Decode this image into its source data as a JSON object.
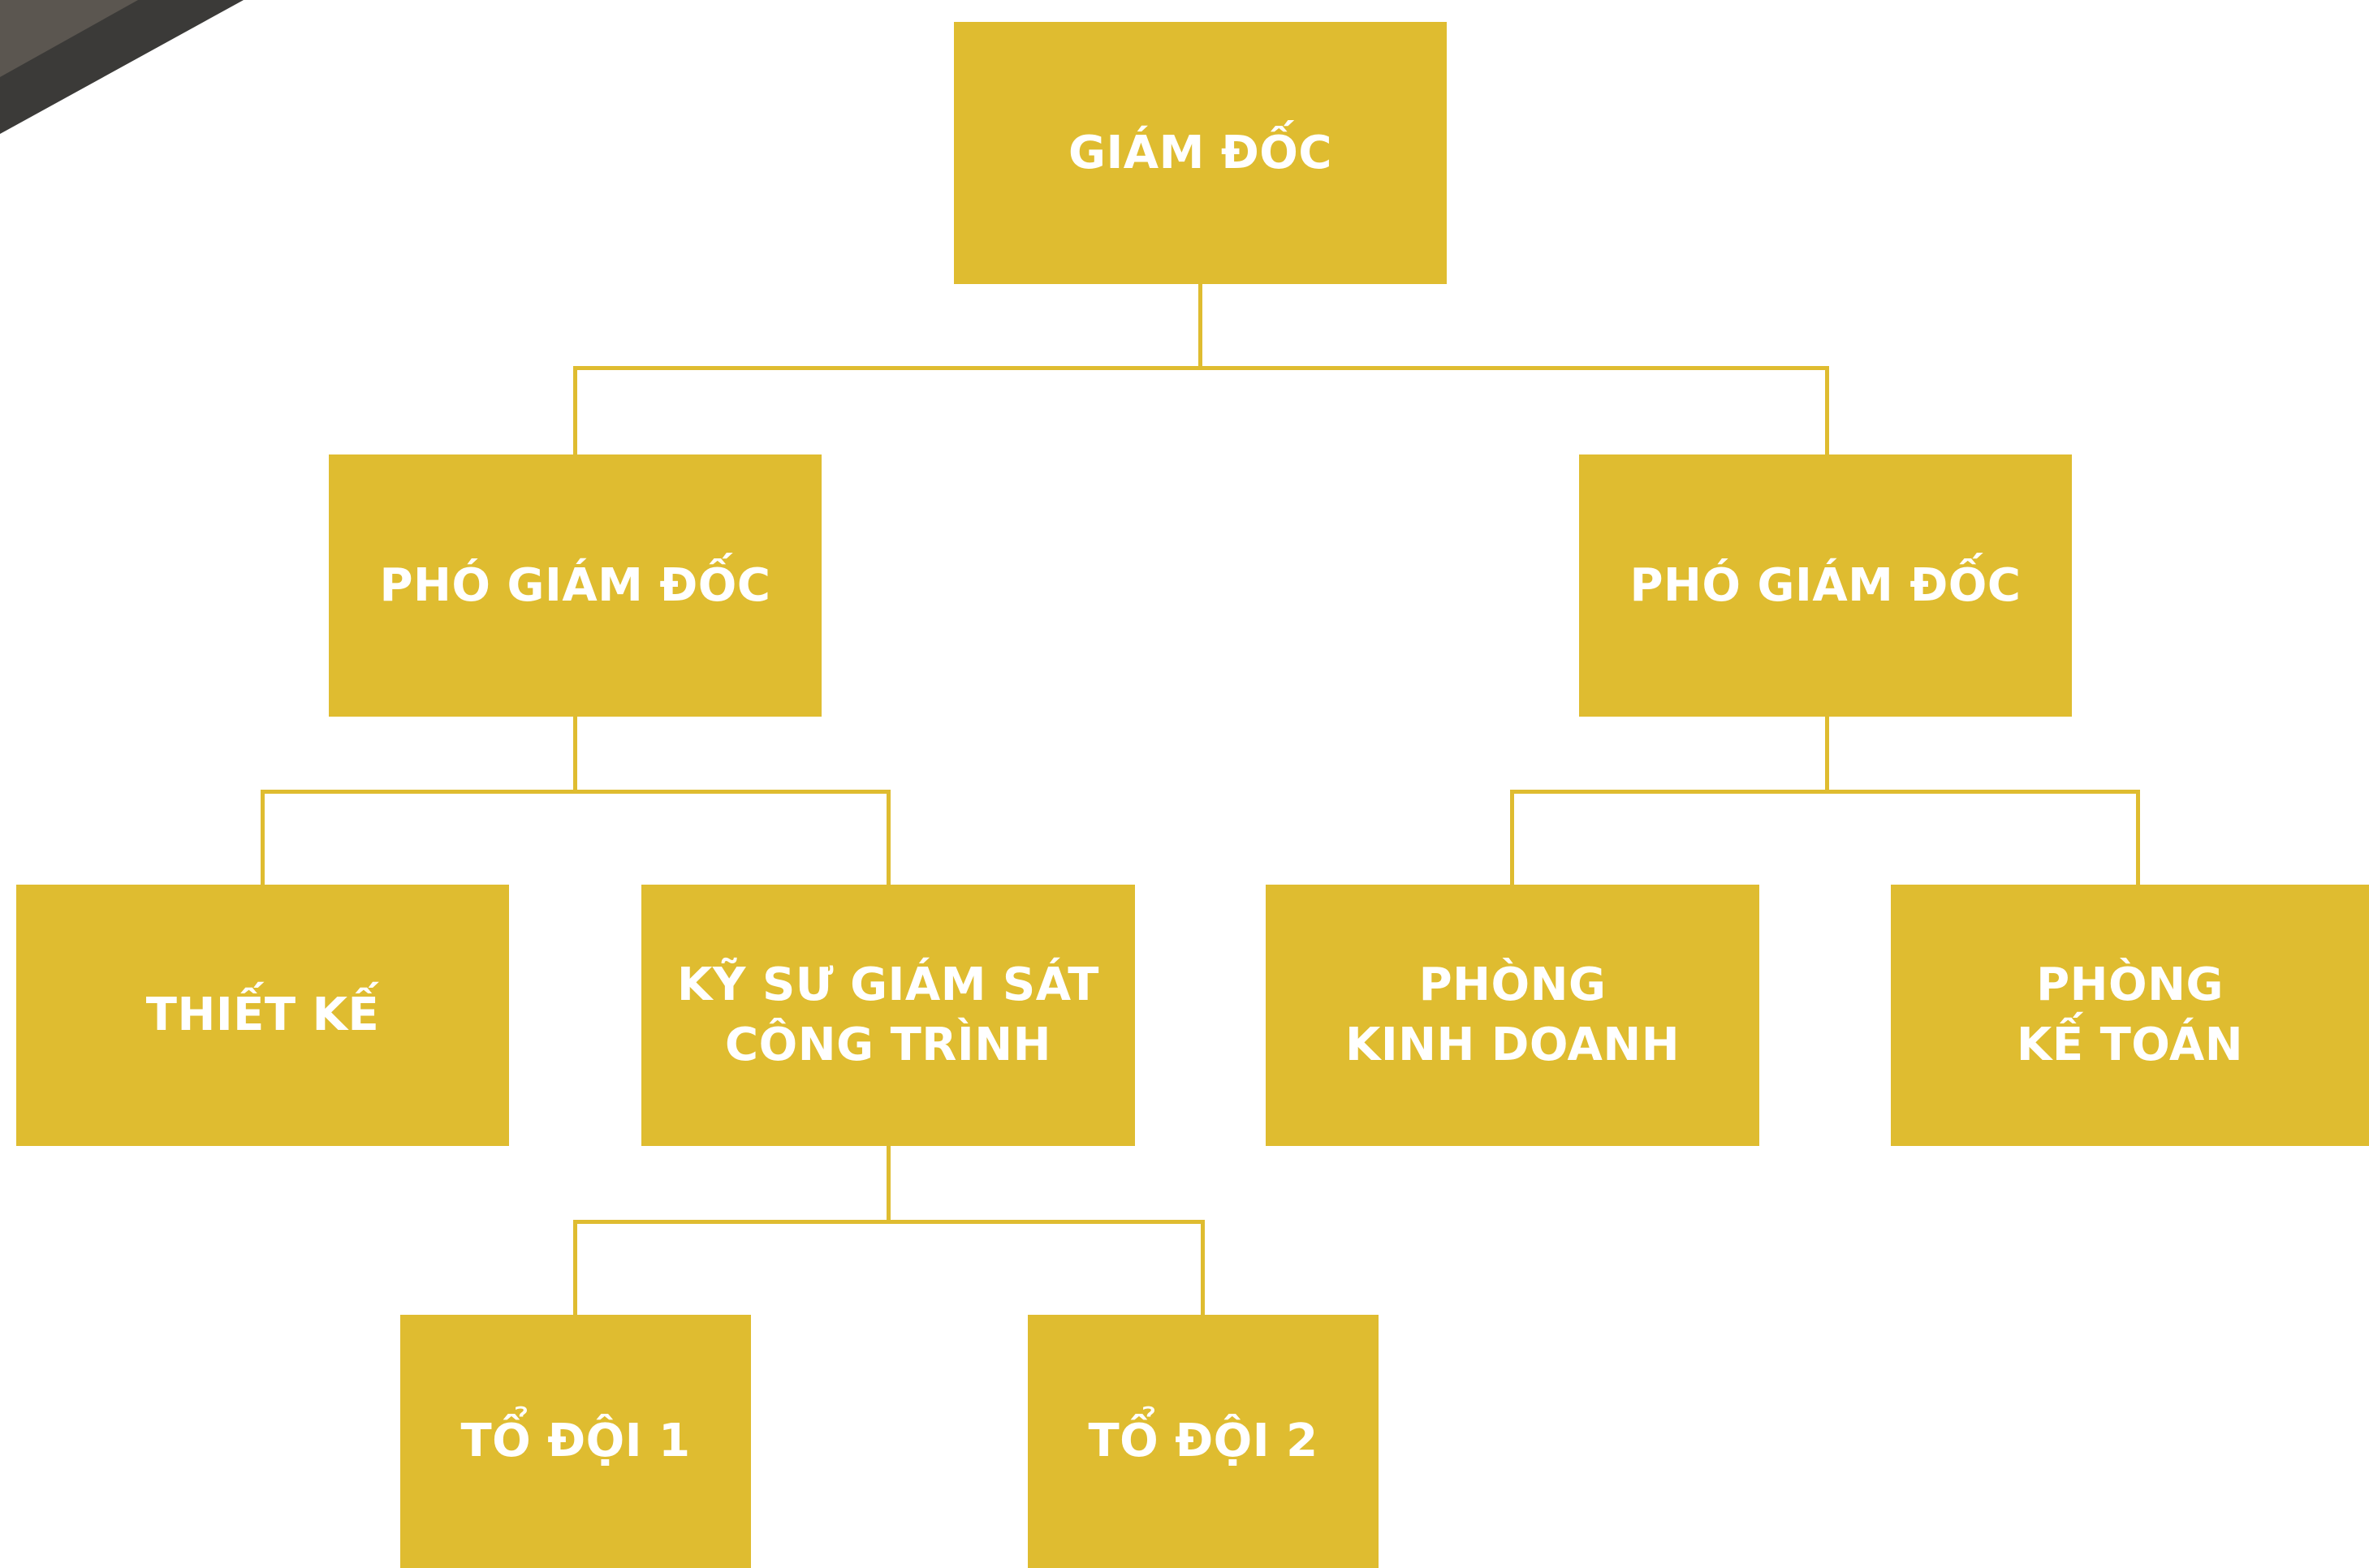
{
  "diagram": {
    "root": {
      "label": "GIÁM ĐỐC"
    },
    "deputy_left": {
      "label": "PHÓ GIÁM ĐỐC"
    },
    "deputy_right": {
      "label": "PHÓ GIÁM ĐỐC"
    },
    "design": {
      "label": "THIẾT KẾ"
    },
    "supervisor": {
      "line1": "KỸ SƯ GIÁM SÁT",
      "line2": "CÔNG TRÌNH"
    },
    "sales": {
      "line1": "PHÒNG",
      "line2": "KINH DOANH"
    },
    "accounting": {
      "line1": "PHÒNG",
      "line2": "KẾ TOÁN"
    },
    "team1": {
      "label": "TỔ ĐỘI 1"
    },
    "team2": {
      "label": "TỔ ĐỘI 2"
    }
  },
  "colors": {
    "box": "#dfbc30",
    "text": "#ffffff",
    "connector": "#dfbc30",
    "background": "#ffffff",
    "corner": "#3b3a38"
  }
}
